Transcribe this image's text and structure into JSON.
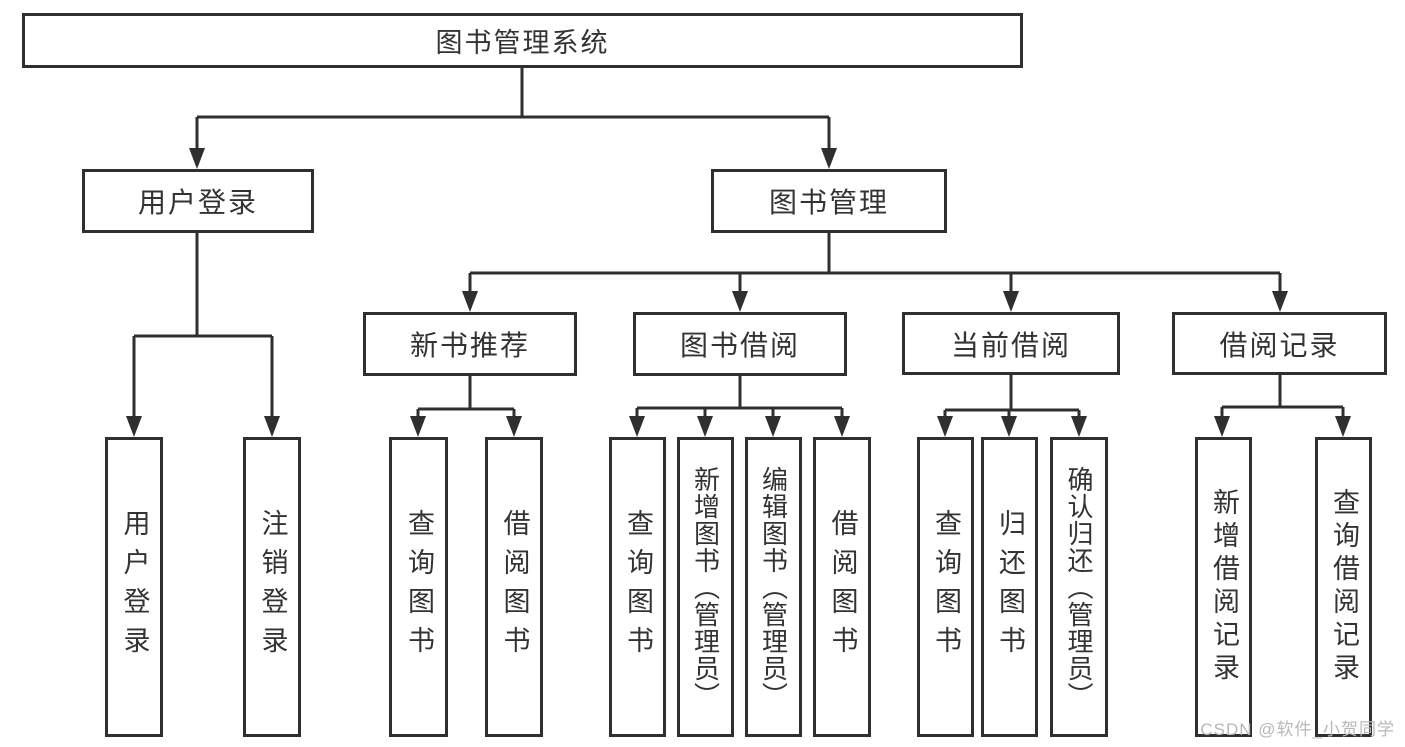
{
  "tree": {
    "label": "图书管理系统",
    "children": [
      {
        "label": "用户登录",
        "children": [
          {
            "label": "用户登录"
          },
          {
            "label": "注销登录"
          }
        ]
      },
      {
        "label": "图书管理",
        "children": [
          {
            "label": "新书推荐",
            "children": [
              {
                "label": "查询图书"
              },
              {
                "label": "借阅图书"
              }
            ]
          },
          {
            "label": "图书借阅",
            "children": [
              {
                "label": "查询图书"
              },
              {
                "label": "新增图书（管理员）"
              },
              {
                "label": "编辑图书（管理员）"
              },
              {
                "label": "借阅图书"
              }
            ]
          },
          {
            "label": "当前借阅",
            "children": [
              {
                "label": "查询图书"
              },
              {
                "label": "归还图书"
              },
              {
                "label": "确认归还（管理员）"
              }
            ]
          },
          {
            "label": "借阅记录",
            "children": [
              {
                "label": "新增借阅记录"
              },
              {
                "label": "查询借阅记录"
              }
            ]
          }
        ]
      }
    ]
  },
  "watermark": "CSDN @软件_小贺同学",
  "colors": {
    "line": "#2f2f2f",
    "box_border": "#2f2f2f",
    "text": "#333333",
    "watermark_text": "#b8b8b8",
    "background": "#ffffff"
  }
}
